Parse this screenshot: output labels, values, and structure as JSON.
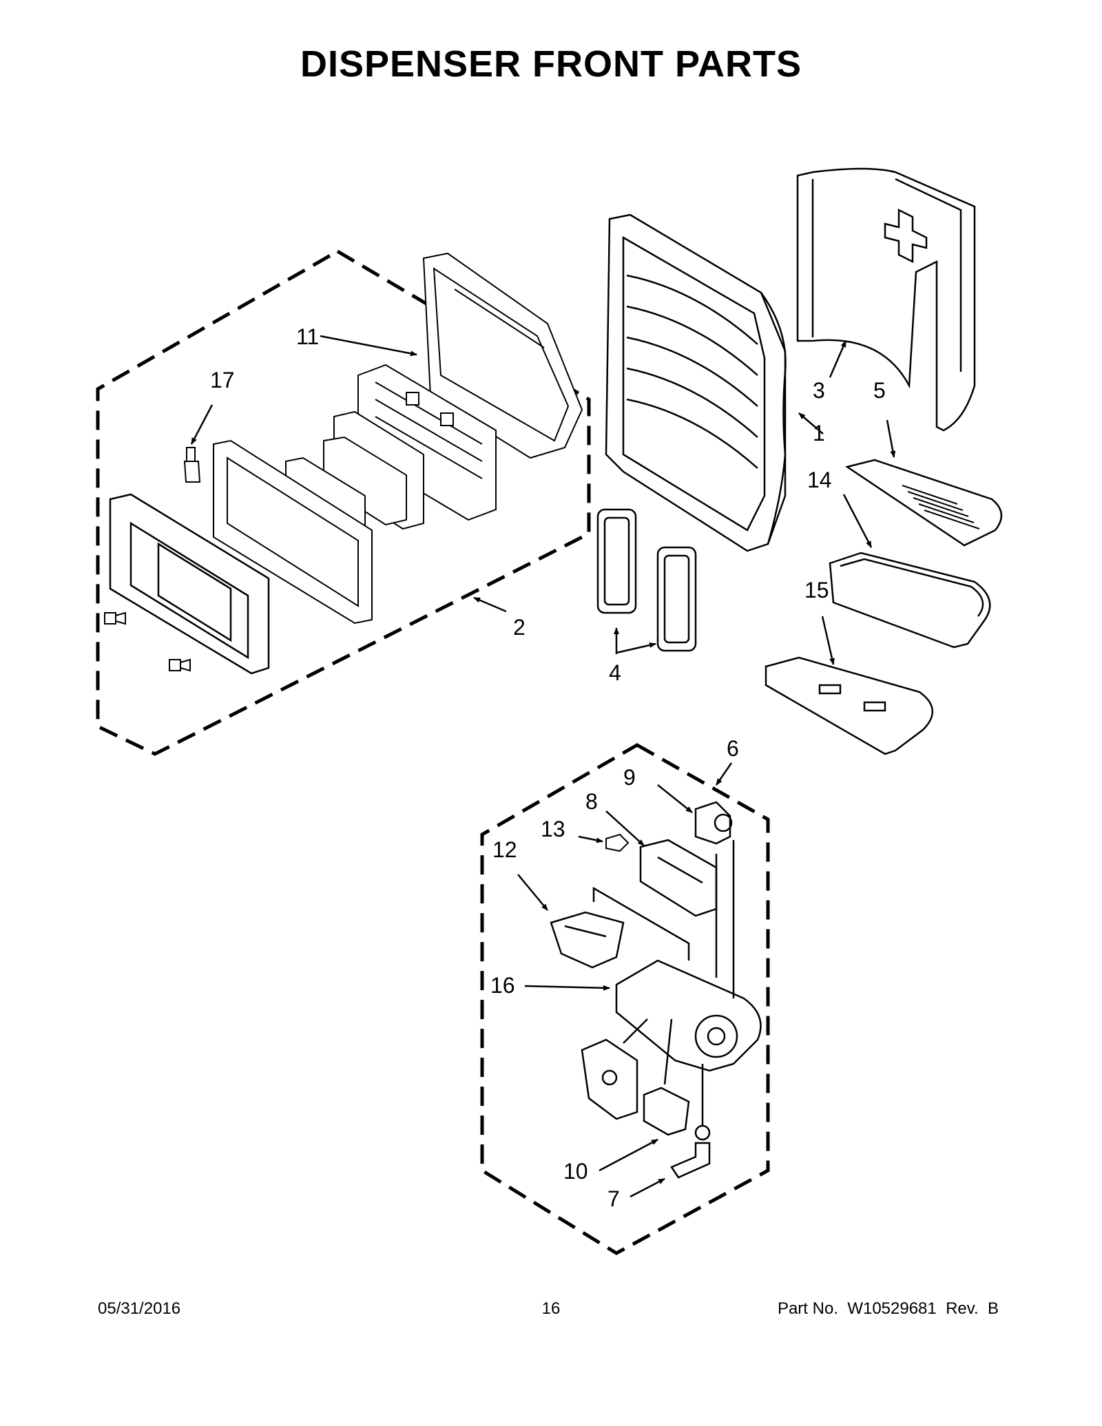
{
  "title": "DISPENSER FRONT PARTS",
  "callouts": {
    "c1": "1",
    "c2": "2",
    "c3": "3",
    "c4": "4",
    "c5": "5",
    "c6": "6",
    "c7": "7",
    "c8": "8",
    "c9": "9",
    "c10": "10",
    "c11": "11",
    "c12": "12",
    "c13": "13",
    "c14": "14",
    "c15": "15",
    "c16": "16",
    "c17": "17"
  },
  "footer": {
    "date": "05/31/2016",
    "page": "16",
    "part_no": "Part No.  W10529681  Rev.  B"
  }
}
